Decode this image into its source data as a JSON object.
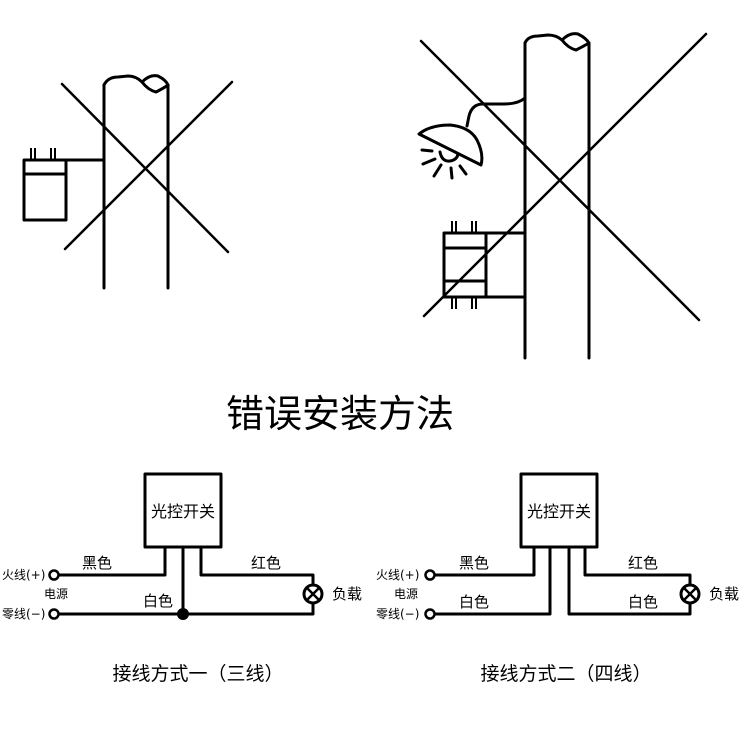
{
  "title": "错误安装方法",
  "wrong_examples": [
    {
      "description": "mounted on pole side, crossed out",
      "status": "wrong"
    },
    {
      "description": "mounted on pole under street lamp, crossed out",
      "status": "wrong"
    }
  ],
  "wiring": {
    "method_one": {
      "caption": "接线方式一（三线）",
      "switch_label": "光控开关",
      "wire_black": "黑色",
      "wire_white": "白色",
      "wire_red": "红色",
      "live_label": "火线(+)",
      "neutral_label": "零线(−)",
      "power_label": "电源",
      "load_label": "负载"
    },
    "method_two": {
      "caption": "接线方式二（四线）",
      "switch_label": "光控开关",
      "wire_black": "黑色",
      "wire_white_in": "白色",
      "wire_red": "红色",
      "wire_white_out": "白色",
      "live_label": "火线(+)",
      "neutral_label": "零线(−)",
      "power_label": "电源",
      "load_label": "负载"
    }
  }
}
